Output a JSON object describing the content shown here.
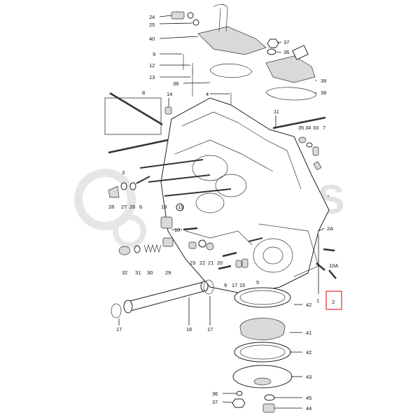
{
  "diagram": {
    "watermark": "PARTS",
    "highlight_label": "2",
    "callouts": {
      "n24": "24",
      "n25": "25",
      "n40": "40",
      "n37a": "37",
      "n36a": "36",
      "n9a": "9",
      "n12": "12",
      "n13": "13",
      "n38a": "38",
      "n39": "39",
      "n38b": "38",
      "n8": "8",
      "n14": "14",
      "n4": "4",
      "n11": "11",
      "n35": "35",
      "n34": "34",
      "n33": "33",
      "n7": "7",
      "n3": "3",
      "n28": "28",
      "n27": "27",
      "n26": "26",
      "n6": "6",
      "n18": "18",
      "n19": "19",
      "n10": "10",
      "n2A": "2A",
      "n10A": "10A",
      "n1": "1",
      "n32": "32",
      "n31": "31",
      "n30": "30",
      "n29": "29",
      "n23": "23",
      "n22": "22",
      "n21": "21",
      "n20": "20",
      "n9b": "9",
      "n17a": "17",
      "n15": "15",
      "n5": "5",
      "n42a": "42",
      "n41": "41",
      "n42b": "42",
      "n43": "43",
      "n17b": "17",
      "n16": "16",
      "n17c": "17",
      "n36b": "36",
      "n37b": "37",
      "n45": "45",
      "n44": "44"
    }
  }
}
